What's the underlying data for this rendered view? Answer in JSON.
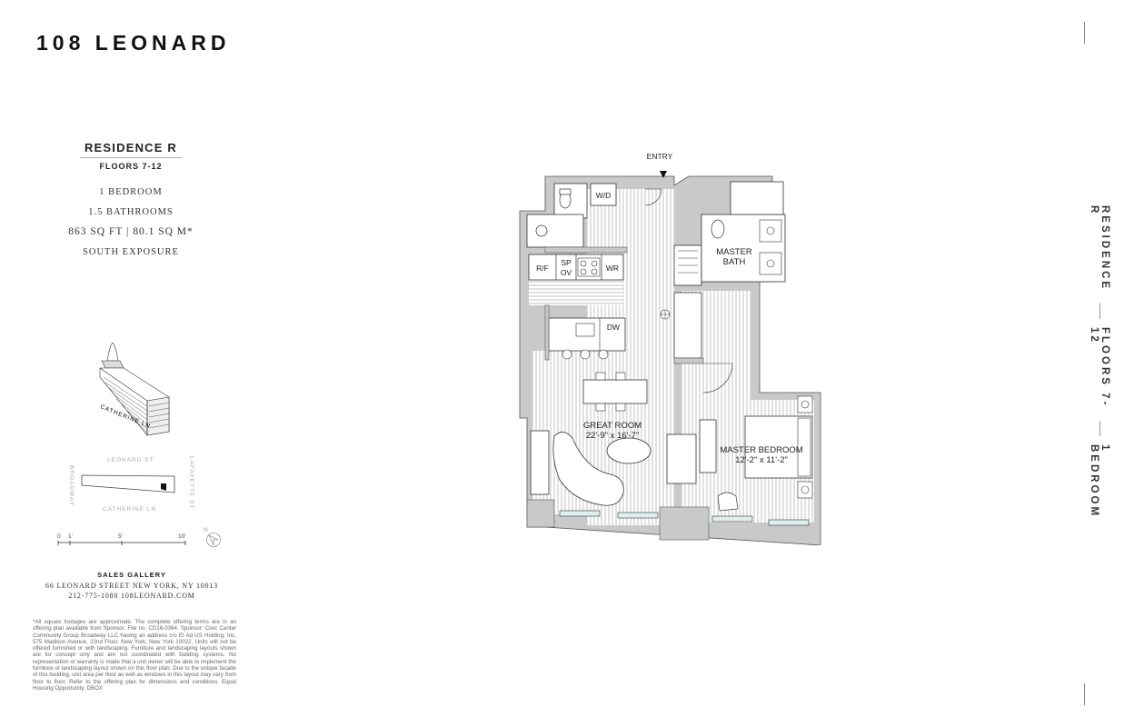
{
  "brand": "108 LEONARD",
  "residence": {
    "title": "RESIDENCE R",
    "floors": "FLOORS 7-12",
    "bedrooms": "1 BEDROOM",
    "bathrooms": "1.5 BATHROOMS",
    "area": "863 SQ FT | 80.1 SQ M*",
    "exposure": "SOUTH EXPOSURE"
  },
  "map": {
    "street_top": "LEONARD ST",
    "street_bottom": "CATHERINE LN",
    "street_left": "BROADWAY",
    "street_right": "LAFAYETTE ST",
    "building_street": "CATHERINE LN"
  },
  "scale": {
    "ticks": [
      "0",
      "1'",
      "5'",
      "10'"
    ],
    "north": "N"
  },
  "gallery": {
    "title": "SALES GALLERY",
    "address": "66 LEONARD STREET   NEW YORK, NY 10013",
    "contact": "212-775-1080  108LEONARD.COM"
  },
  "disclaimer": "*All square footages are approximate. The complete offering terms are in an offering plan available from Sponsor. File no. CD16-0364. Sponsor: Civic Center Community Group Broadway LLC having an address c/o El Ad US Holding, Inc, 575 Madison Avenue, 22nd Floor, New York, New York 10022. Units will not be offered furnished or with landscaping. Furniture and landscaping layouts shown are for concept only and are not coordinated with building systems. No representation or warranty is made that a unit owner will be able to implement the furniture or landscaping layout shown on this floor plan. Due to the unique facade of this building, unit area per floor as well as windows in this layout may vary from floor to floor. Refer to the offering plan for dimensions and conditions. Equal Housing Opportunity. DBOX",
  "side": {
    "residence": "RESIDENCE R",
    "floors": "FLOORS 7-12",
    "bedroom": "1 BEDROOM"
  },
  "plan": {
    "entry": "ENTRY",
    "wd": "W/D",
    "rf": "R/F",
    "sp": "SP",
    "ov": "OV",
    "wr": "WR",
    "dw": "DW",
    "master_bath_1": "MASTER",
    "master_bath_2": "BATH",
    "great_room": "GREAT ROOM",
    "great_room_dim": "22'-9\" x 16'-7\"",
    "master_bedroom": "MASTER BEDROOM",
    "master_bedroom_dim": "12'-2\" x 11'-2\""
  }
}
